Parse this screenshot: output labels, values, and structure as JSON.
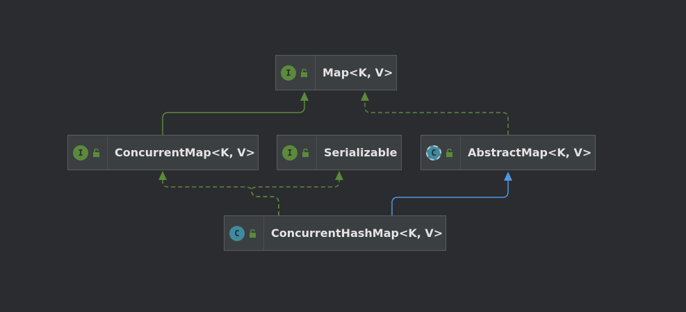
{
  "diagram": {
    "nodes": [
      {
        "id": "map",
        "label": "Map<K, V>",
        "kind": "interface",
        "kind_letter": "I",
        "visibility_icon": "unlocked-icon"
      },
      {
        "id": "concurrentmap",
        "label": "ConcurrentMap<K, V>",
        "kind": "interface",
        "kind_letter": "I",
        "visibility_icon": "unlocked-icon"
      },
      {
        "id": "serializable",
        "label": "Serializable",
        "kind": "interface",
        "kind_letter": "I",
        "visibility_icon": "unlocked-icon"
      },
      {
        "id": "abstractmap",
        "label": "AbstractMap<K, V>",
        "kind": "abstract-class",
        "kind_letter": "C",
        "visibility_icon": "unlocked-icon"
      },
      {
        "id": "concurrenthashmap",
        "label": "ConcurrentHashMap<K, V>",
        "kind": "class",
        "kind_letter": "C",
        "visibility_icon": "unlocked-icon"
      }
    ],
    "edges": [
      {
        "from": "concurrentmap",
        "to": "map",
        "type": "extends",
        "style": "solid",
        "color": "#5b8a3c"
      },
      {
        "from": "abstractmap",
        "to": "map",
        "type": "implements",
        "style": "dashed",
        "color": "#5b8a3c"
      },
      {
        "from": "concurrenthashmap",
        "to": "concurrentmap",
        "type": "implements",
        "style": "dashed",
        "color": "#5b8a3c"
      },
      {
        "from": "concurrenthashmap",
        "to": "serializable",
        "type": "implements",
        "style": "dashed",
        "color": "#5b8a3c"
      },
      {
        "from": "concurrenthashmap",
        "to": "abstractmap",
        "type": "extends",
        "style": "solid",
        "color": "#4f96e6"
      }
    ]
  },
  "colors": {
    "background": "#2b2c30",
    "node_fill": "#3c3f41",
    "node_border": "#5a5d60",
    "interface_icon": "#5b8a3c",
    "class_icon": "#3f8a9e",
    "implements_arrow": "#5b8a3c",
    "extends_class_arrow": "#4f96e6",
    "lock_icon": "#5b8a3c"
  }
}
